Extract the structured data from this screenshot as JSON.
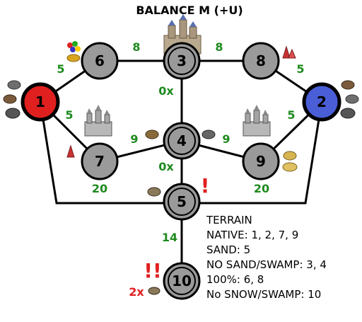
{
  "title": "BALANCE M (+U)",
  "colors": {
    "player1": "#e0201e",
    "player2": "#4a5ed8",
    "neutral": "#9a9a9a",
    "edge_label": "#1e8a1e",
    "warning": "#e02020"
  },
  "zones": [
    {
      "id": "1",
      "kind": "player1"
    },
    {
      "id": "2",
      "kind": "player2"
    },
    {
      "id": "3",
      "kind": "neutral"
    },
    {
      "id": "4",
      "kind": "neutral"
    },
    {
      "id": "5",
      "kind": "neutral"
    },
    {
      "id": "6",
      "kind": "neutral"
    },
    {
      "id": "7",
      "kind": "neutral"
    },
    {
      "id": "8",
      "kind": "neutral"
    },
    {
      "id": "9",
      "kind": "neutral"
    },
    {
      "id": "10",
      "kind": "neutral"
    }
  ],
  "connections": [
    {
      "from": "1",
      "to": "6",
      "label": "5"
    },
    {
      "from": "1",
      "to": "7",
      "label": "5"
    },
    {
      "from": "6",
      "to": "3",
      "label": "8"
    },
    {
      "from": "3",
      "to": "8",
      "label": "8"
    },
    {
      "from": "8",
      "to": "2",
      "label": "5"
    },
    {
      "from": "2",
      "to": "9",
      "label": "5"
    },
    {
      "from": "7",
      "to": "4",
      "label": "9"
    },
    {
      "from": "4",
      "to": "9",
      "label": "9"
    },
    {
      "from": "3",
      "to": "4",
      "label": "0x"
    },
    {
      "from": "4",
      "to": "5",
      "label": "0x"
    },
    {
      "from": "1",
      "to": "5",
      "label": "20"
    },
    {
      "from": "2",
      "to": "5",
      "label": "20"
    },
    {
      "from": "5",
      "to": "10",
      "label": "14"
    }
  ],
  "markers": {
    "zone5_warning": "!",
    "zone10_warning": "!!",
    "zone10_multiplier": "2x"
  },
  "icons": [
    "town-castle-icon",
    "town-castle-icon",
    "town-castle-icon",
    "resource-gems-icon",
    "resource-crystal-icon",
    "resource-ore-icon",
    "resource-sulfur-icon",
    "resource-gold-icon"
  ],
  "legend": {
    "heading": "TERRAIN",
    "lines": [
      "NATIVE: 1, 2, 7, 9",
      "SAND: 5",
      "NO SAND/SWAMP: 3, 4",
      "100%: 6, 8",
      "No SNOW/SWAMP: 10"
    ]
  }
}
